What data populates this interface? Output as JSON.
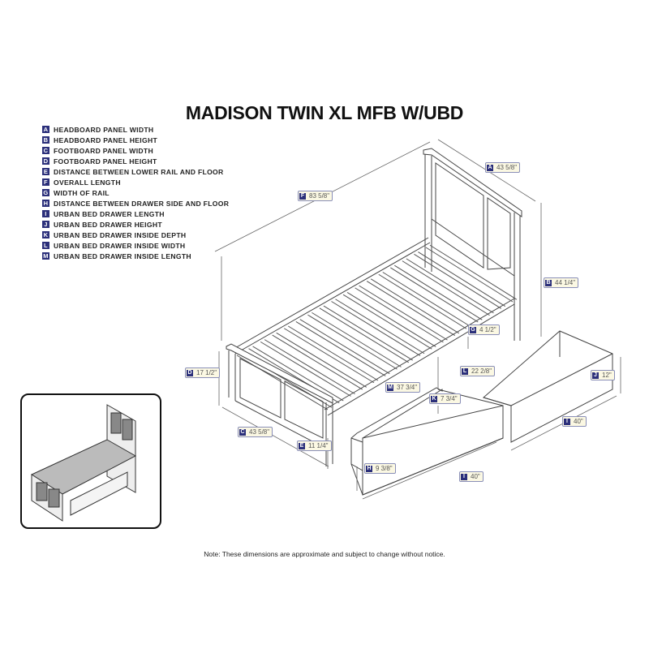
{
  "title": "MADISON TWIN XL MFB W/UBD",
  "legend": [
    {
      "letter": "A",
      "text": "HEADBOARD PANEL WIDTH"
    },
    {
      "letter": "B",
      "text": "HEADBOARD PANEL HEIGHT"
    },
    {
      "letter": "C",
      "text": "FOOTBOARD PANEL WIDTH"
    },
    {
      "letter": "D",
      "text": "FOOTBOARD PANEL HEIGHT"
    },
    {
      "letter": "E",
      "text": "DISTANCE BETWEEN LOWER RAIL AND FLOOR"
    },
    {
      "letter": "F",
      "text": "OVERALL LENGTH"
    },
    {
      "letter": "G",
      "text": "WIDTH OF RAIL"
    },
    {
      "letter": "H",
      "text": "DISTANCE BETWEEN DRAWER SIDE AND FLOOR"
    },
    {
      "letter": "I",
      "text": "URBAN BED DRAWER LENGTH"
    },
    {
      "letter": "J",
      "text": "URBAN BED DRAWER HEIGHT"
    },
    {
      "letter": "K",
      "text": "URBAN BED DRAWER INSIDE DEPTH"
    },
    {
      "letter": "L",
      "text": "URBAN BED DRAWER INSIDE WIDTH"
    },
    {
      "letter": "M",
      "text": "URBAN BED DRAWER INSIDE LENGTH"
    }
  ],
  "dimensions": {
    "A": {
      "letter": "A",
      "value": "43 5/8\""
    },
    "B": {
      "letter": "B",
      "value": "44 1/4\""
    },
    "C": {
      "letter": "C",
      "value": "43 5/8\""
    },
    "D": {
      "letter": "D",
      "value": "17 1/2\""
    },
    "E": {
      "letter": "E",
      "value": "11 1/4\""
    },
    "F": {
      "letter": "F",
      "value": "83 5/8\""
    },
    "G": {
      "letter": "G",
      "value": "4 1/2\""
    },
    "H": {
      "letter": "H",
      "value": "9 3/8\""
    },
    "I1": {
      "letter": "I",
      "value": "40\""
    },
    "I2": {
      "letter": "I",
      "value": "40\""
    },
    "J": {
      "letter": "J",
      "value": "12\""
    },
    "K": {
      "letter": "K",
      "value": "7 3/4\""
    },
    "L": {
      "letter": "L",
      "value": "22 2/8\""
    },
    "M": {
      "letter": "M",
      "value": "37 3/4\""
    }
  },
  "note": "Note: These dimensions are approximate and subject to change without notice."
}
